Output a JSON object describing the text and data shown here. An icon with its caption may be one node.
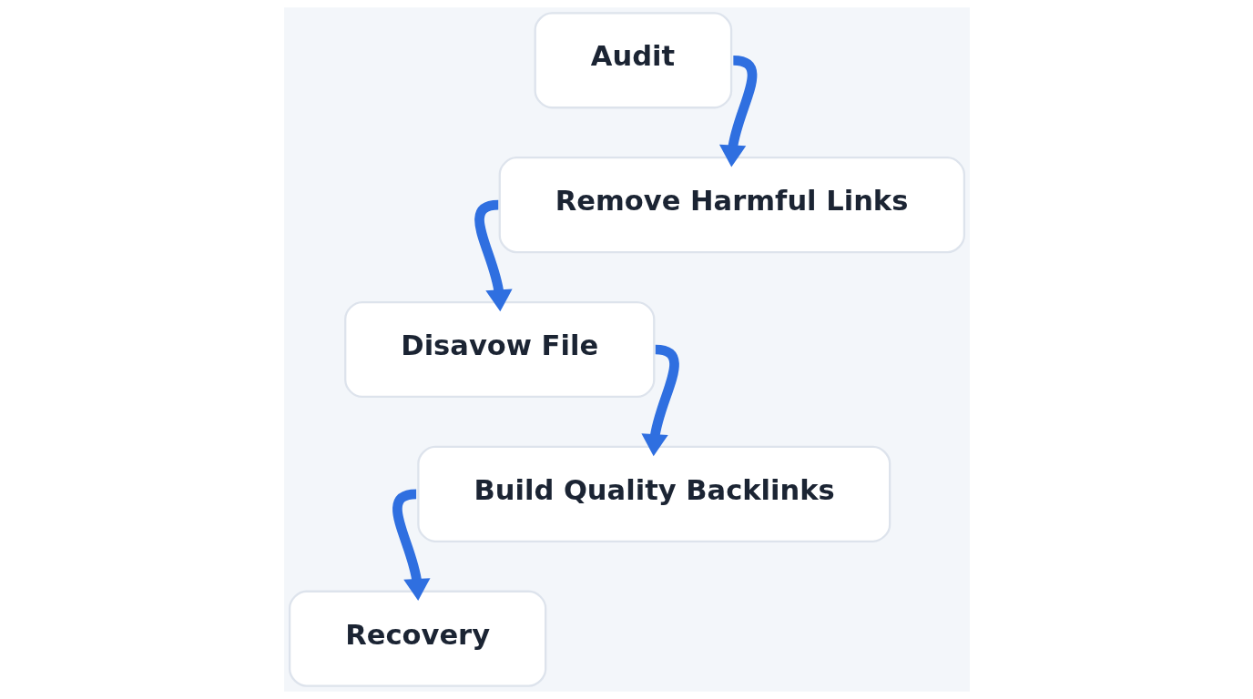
{
  "diagram": {
    "nodes": [
      {
        "text": [
          "Audit"
        ]
      },
      {
        "text": [
          "Remove Harmful Links"
        ]
      },
      {
        "text": [
          "Disavow File"
        ]
      },
      {
        "text": [
          "Build Quality Backlinks"
        ]
      },
      {
        "text": [
          "Recovery"
        ]
      }
    ],
    "edges": [
      {
        "from": 0,
        "to": 1,
        "arrow": "to"
      },
      {
        "from": 1,
        "to": 2,
        "arrow": "to"
      },
      {
        "from": 2,
        "to": 3,
        "arrow": "to"
      },
      {
        "from": 3,
        "to": 4,
        "arrow": "to"
      }
    ]
  }
}
